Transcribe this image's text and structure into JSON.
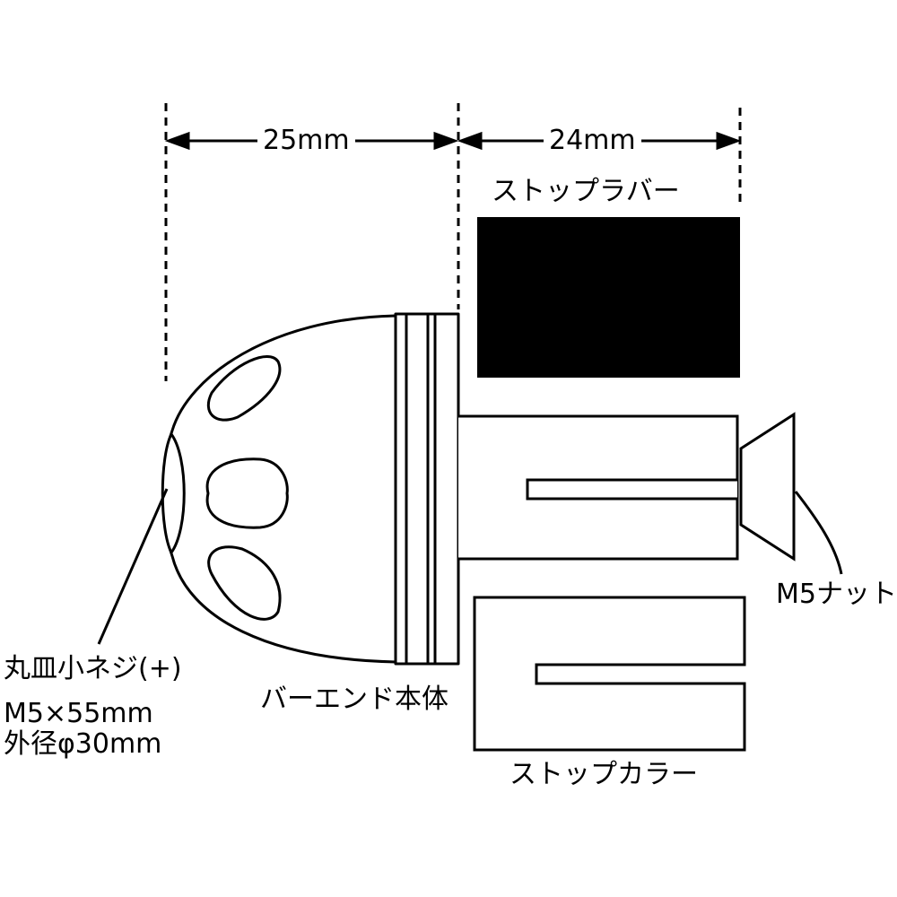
{
  "dimensions": {
    "left_width": "25mm",
    "right_width": "24mm"
  },
  "labels": {
    "stop_rubber": "ストップラバー",
    "m5_nut": "M5ナット",
    "screw_line1": "丸皿小ネジ(+)",
    "screw_line2": "M5×55mm",
    "screw_line3": "外径φ30mm",
    "bar_end_body": "バーエンド本体",
    "stop_collar": "ストップカラー"
  },
  "colors": {
    "line": "#000000",
    "rubber_fill": "#000000",
    "background": "#ffffff"
  }
}
